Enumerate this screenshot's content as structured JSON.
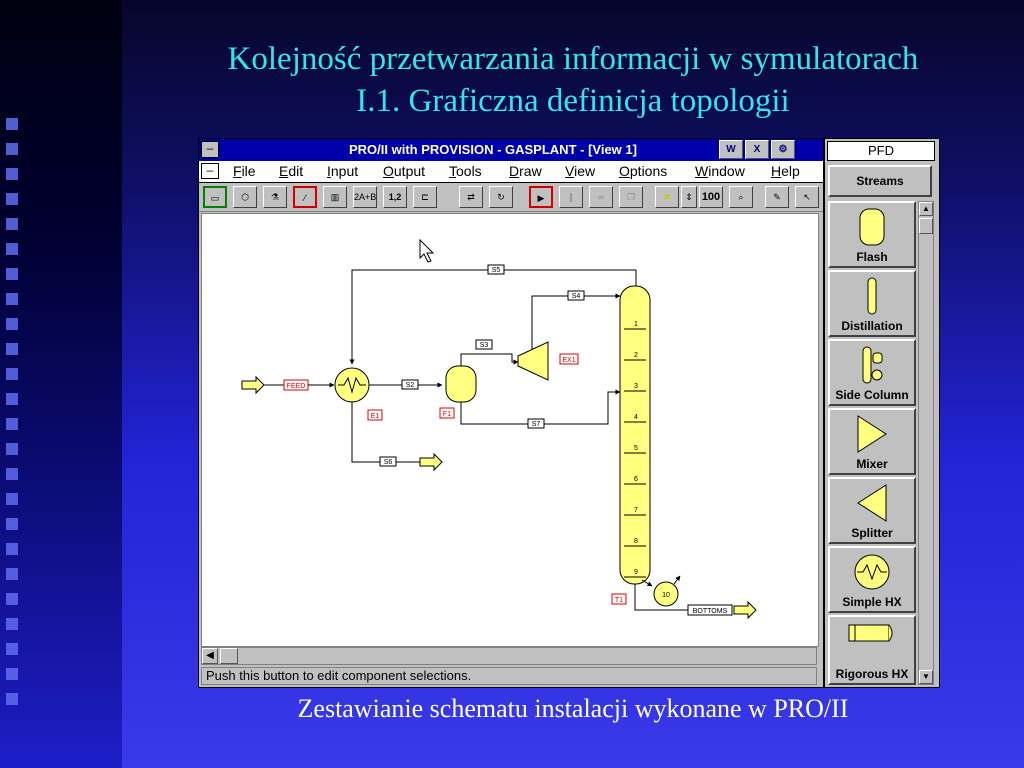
{
  "slide": {
    "title_line1": "Kolejność przetwarzania informacji w symulatorach",
    "title_line2": "I.1. Graficzna definicja topologii",
    "caption": "Zestawianie schematu instalacji wykonane w PRO/II"
  },
  "window": {
    "title": "PRO/II with PROVISION - GASPLANT - [View 1]",
    "menu": [
      "File",
      "Edit",
      "Input",
      "Output",
      "Tools",
      "Draw",
      "View",
      "Options",
      "Window",
      "Help"
    ],
    "toolbar_labels": {
      "sum": "2A+B",
      "num": "1,2",
      "zoom": "100"
    },
    "status": "Push this button to edit component selections."
  },
  "palette": {
    "header": "PFD",
    "streams": "Streams",
    "items": [
      "Flash",
      "Distillation",
      "Side Column",
      "Mixer",
      "Splitter",
      "Simple HX",
      "Rigorous HX"
    ]
  },
  "flowsheet": {
    "feed": "FEED",
    "bottoms": "BOTTOMS",
    "streams": {
      "s2": "S2",
      "s3": "S3",
      "s4": "S4",
      "s5": "S5",
      "s6": "S6",
      "s7": "S7"
    },
    "units": {
      "e1": "E1",
      "f1": "F1",
      "ex1": "EX1",
      "t1": "T1"
    },
    "trays": [
      "1",
      "2",
      "3",
      "4",
      "5",
      "6",
      "7",
      "8",
      "9"
    ],
    "reboiler_tray": "10"
  },
  "colors": {
    "unit_fill": "#ffff80",
    "unit_label": "#e00000",
    "titlebar": "#0000a8",
    "title_text": "#33e6e6"
  }
}
